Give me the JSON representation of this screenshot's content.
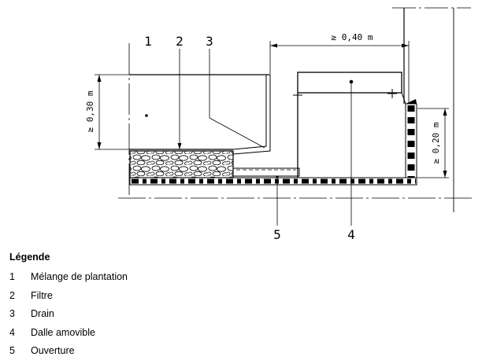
{
  "figure": {
    "labels": {
      "n1": "1",
      "n2": "2",
      "n3": "3",
      "n4": "4",
      "n5": "5"
    },
    "dimensions": {
      "width_min": "≥ 0,40 m",
      "height_min_left": "≥ 0,30 m",
      "height_min_right": "≥ 0,20 m"
    }
  },
  "legend": {
    "title": "Légende",
    "items": [
      {
        "num": "1",
        "text": "Mélange de plantation"
      },
      {
        "num": "2",
        "text": "Filtre"
      },
      {
        "num": "3",
        "text": "Drain"
      },
      {
        "num": "4",
        "text": "Dalle amovible"
      },
      {
        "num": "5",
        "text": "Ouverture"
      }
    ]
  }
}
